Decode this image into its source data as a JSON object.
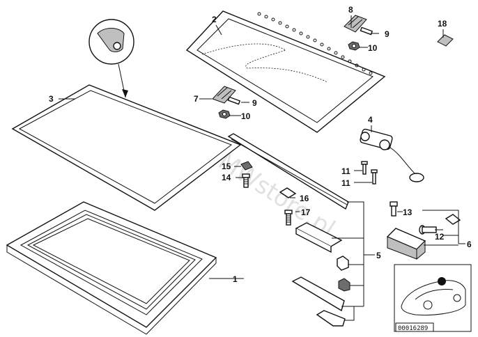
{
  "labels": {
    "p1": "1",
    "p2": "2",
    "p3": "3",
    "p4": "4",
    "p5": "5",
    "p6": "6",
    "p7": "7",
    "p8": "8",
    "p9a": "9",
    "p9b": "9",
    "p10a": "10",
    "p10b": "10",
    "p11a": "11",
    "p11b": "11",
    "p12": "12",
    "p13": "13",
    "p14": "14",
    "p15": "15",
    "p16": "16",
    "p17": "17",
    "p18": "18"
  },
  "watermark": "www.BMWstore.pl",
  "reference_number": "00016289"
}
